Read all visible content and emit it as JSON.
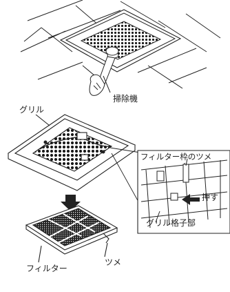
{
  "labels": {
    "vacuum": "掃除機",
    "grille": "グリル",
    "filter_frame_tab": "フィルター枠のツメ",
    "push": "押す",
    "grille_lattice": "グリル格子部",
    "tab": "ツメ",
    "filter": "フィルター"
  }
}
